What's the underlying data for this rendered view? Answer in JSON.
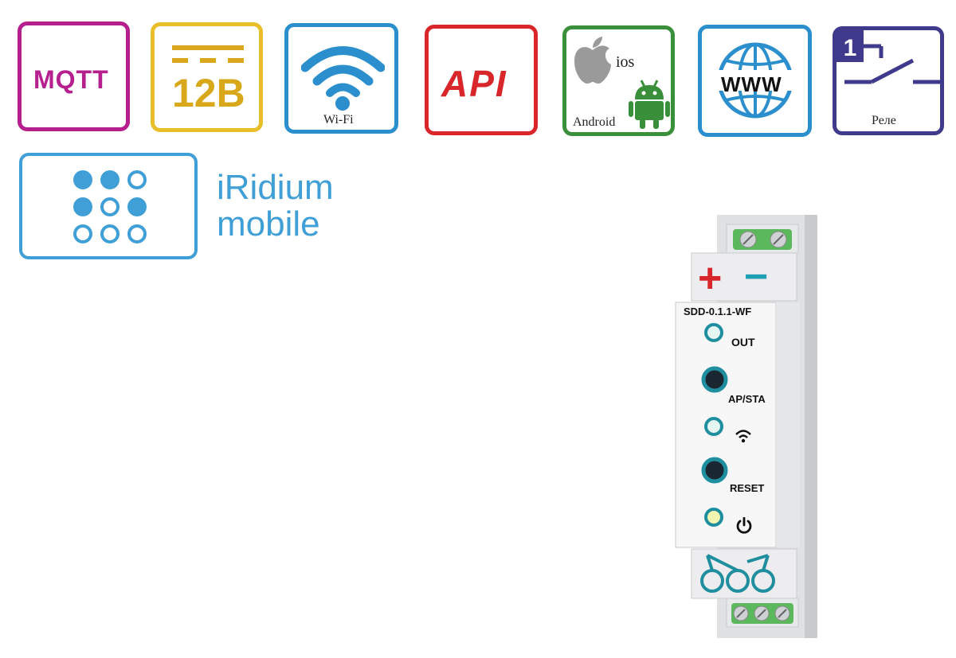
{
  "badges": {
    "mqtt": {
      "label": "MQTT",
      "color": "#b5208e"
    },
    "voltage": {
      "label": "12В",
      "color": "#e6b81e"
    },
    "wifi": {
      "label": "Wi-Fi",
      "color": "#2a8fcc"
    },
    "api": {
      "label": "API",
      "color": "#d8262b"
    },
    "mobile_os": {
      "ios": "ios",
      "android": "Android",
      "color": "#3a8f3a"
    },
    "www": {
      "label": "WWW",
      "color": "#2a8fcc"
    },
    "relay": {
      "number": "1",
      "label": "Реле",
      "color": "#3f3a8c"
    }
  },
  "iridium": {
    "line1": "iRidium",
    "line2": "mobile",
    "color": "#3f9fd6"
  },
  "device": {
    "model": "SDD-0.1.1-WF",
    "plus": "+",
    "minus": "−",
    "out_label": "OUT",
    "ap_sta_label": "AP/STA",
    "reset_label": "RESET",
    "icons": [
      "wifi-small-icon",
      "power-icon"
    ]
  }
}
